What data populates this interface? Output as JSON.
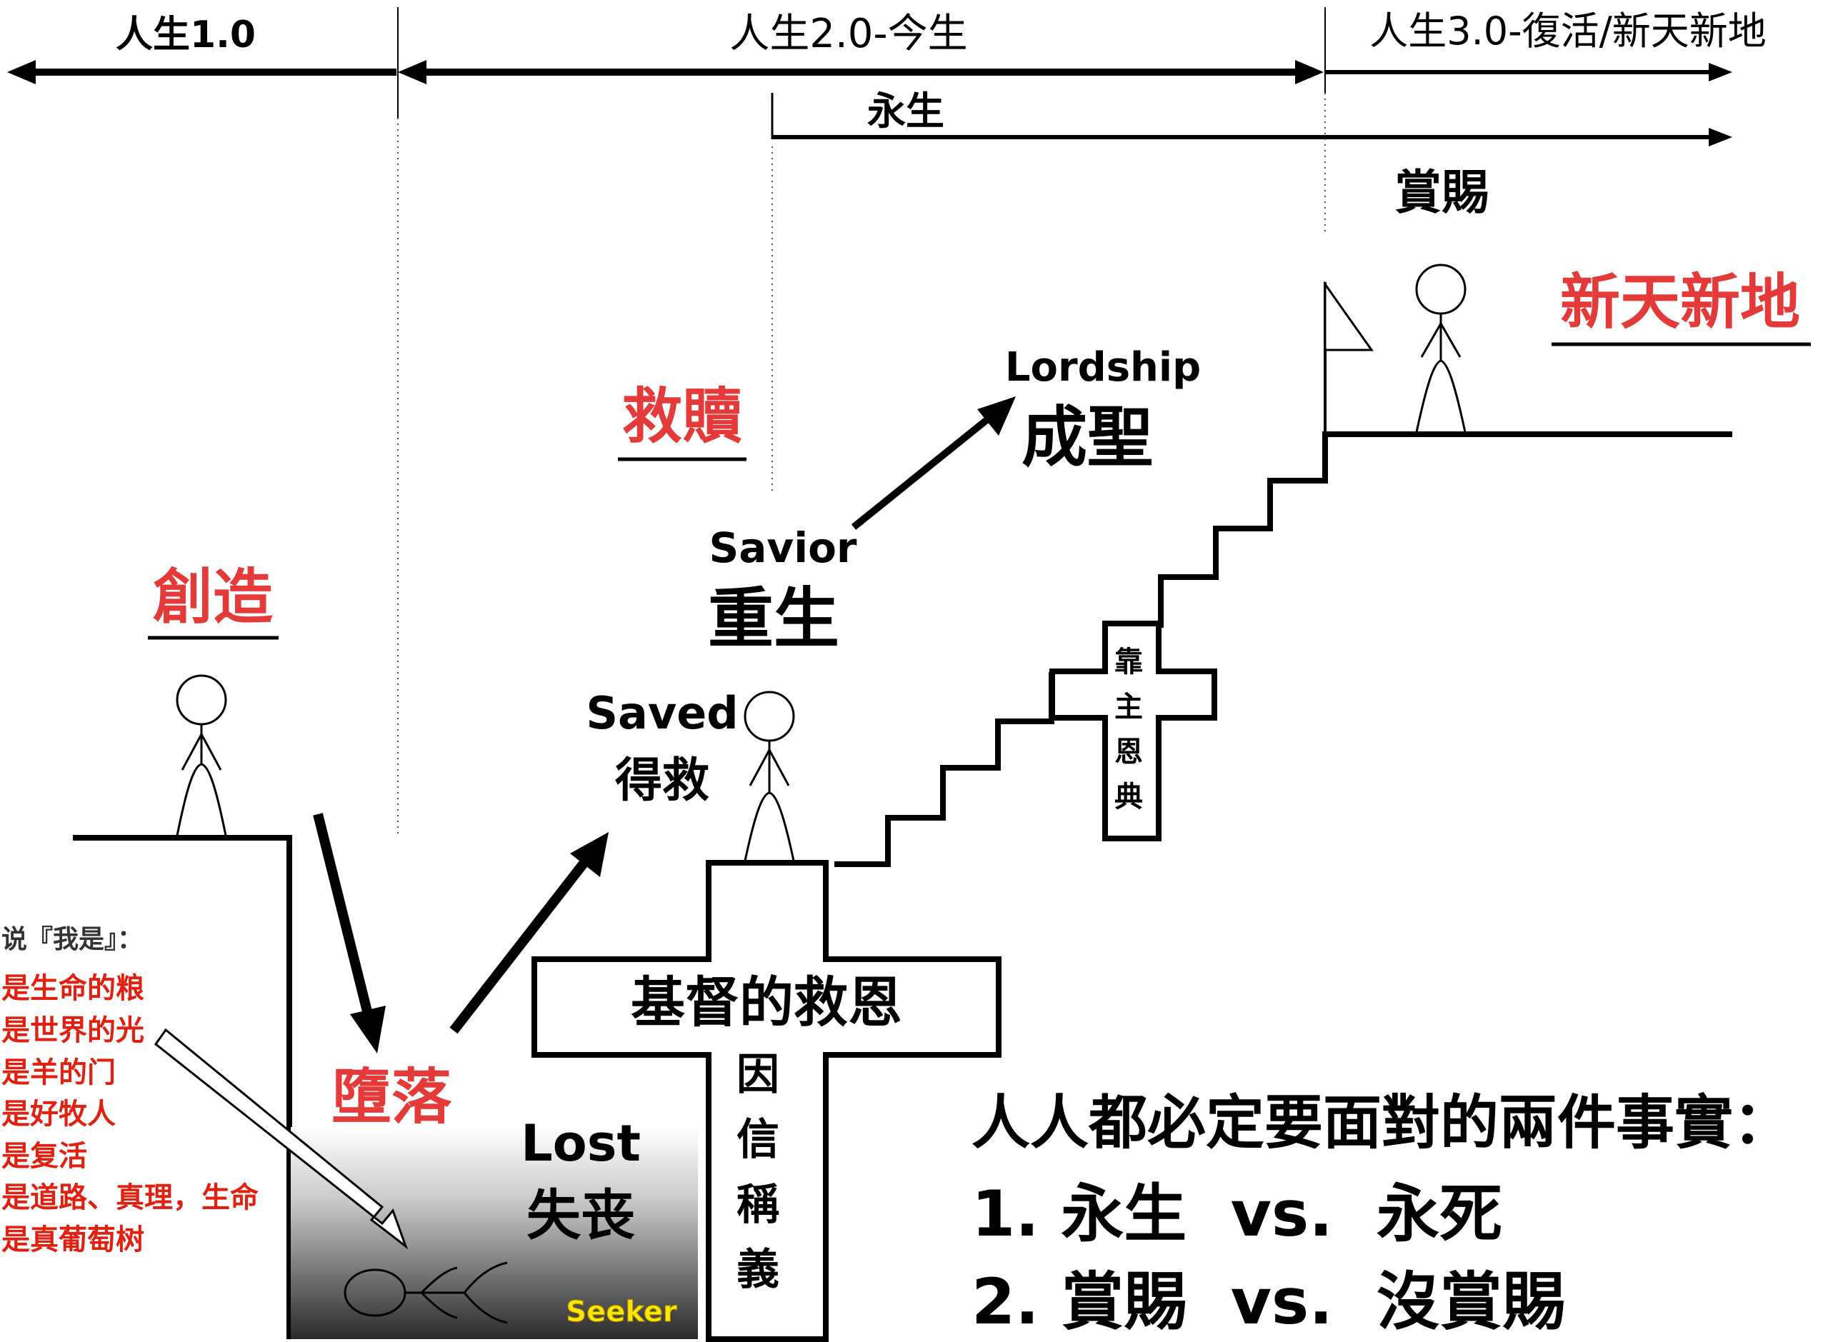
{
  "timeline": {
    "life_1": "人生1.0",
    "life_2": "人生2.0-今生",
    "life_3": "人生3.0-復活/新天新地",
    "eternal_life": "永生",
    "reward": "賞賜"
  },
  "stages": {
    "creation": "創造",
    "fall": "墮落",
    "redemption": "救贖",
    "new_heaven_earth": "新天新地"
  },
  "labels": {
    "lost_en": "Lost",
    "lost_zh": "失丧",
    "seeker": "Seeker",
    "saved_en": "Saved",
    "saved_zh": "得救",
    "savior_en": "Savior",
    "savior_zh": "重生",
    "lordship_en": "Lordship",
    "lordship_zh": "成聖",
    "cross_main": "基督的救恩",
    "cross_vertical": [
      "因",
      "信",
      "稱",
      "義"
    ],
    "small_cross": [
      "靠",
      "主",
      "恩",
      "典"
    ]
  },
  "i_am": {
    "header": "说『我是』：",
    "items": [
      "是生命的粮",
      "是世界的光",
      "是羊的门",
      "是好牧人",
      "是复活",
      "是道路、真理，生命",
      "是真葡萄树"
    ]
  },
  "facts": {
    "title": "人人都必定要面對的兩件事實：",
    "line1": "1. 永生  vs.  永死",
    "line2": "2. 賞賜  vs.  沒賞賜"
  },
  "colors": {
    "red": "#e53a3a",
    "list_red": "#e02010",
    "seeker_yellow": "#ffe600",
    "black": "#000000"
  }
}
